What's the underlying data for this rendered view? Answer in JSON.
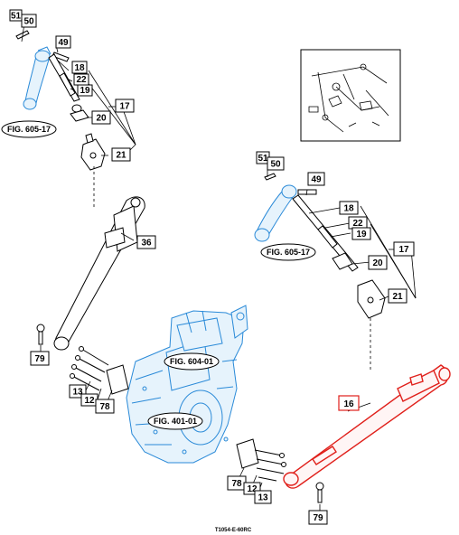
{
  "drawing_code": "T1054-E-60RC",
  "figure_refs": {
    "fig_605_17_top": "FIG. 605-17",
    "fig_605_17_right": "FIG. 605-17",
    "fig_604_01": "FIG. 604-01",
    "fig_401_01": "FIG. 401-01"
  },
  "callouts": {
    "c51_top": "51",
    "c50_top": "50",
    "c49_top": "49",
    "c18_top": "18",
    "c22_top": "22",
    "c19_top": "19",
    "c17_top": "17",
    "c20_top": "20",
    "c21_top": "21",
    "c36": "36",
    "c79_left": "79",
    "c13_left": "13",
    "c12_left": "12",
    "c78_left": "78",
    "c51_right": "51",
    "c50_right": "50",
    "c49_right": "49",
    "c18_right": "18",
    "c22_right": "22",
    "c19_right": "19",
    "c17_right": "17",
    "c20_right": "20",
    "c21_right": "21",
    "c16": "16",
    "c78_right": "78",
    "c12_right": "12",
    "c13_right": "13",
    "c79_right": "79"
  },
  "colors": {
    "highlight": "#e0201b",
    "reference": "#2a8ad8",
    "line": "#000000"
  }
}
